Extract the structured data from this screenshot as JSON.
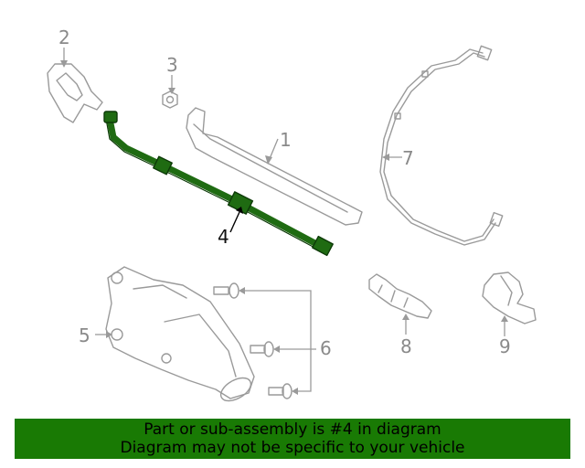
{
  "callouts": {
    "c1": "1",
    "c2": "2",
    "c3": "3",
    "c4": "4",
    "c5": "5",
    "c6": "6",
    "c7": "7",
    "c8": "8",
    "c9": "9"
  },
  "highlighted_part": "4",
  "colors": {
    "highlight": "#1f6b12",
    "banner": "#197a04",
    "line_art": "#9a9a9a"
  },
  "banner": {
    "line1": "Part or sub-assembly is #4 in diagram",
    "line2": "Diagram may not be specific to your vehicle"
  }
}
